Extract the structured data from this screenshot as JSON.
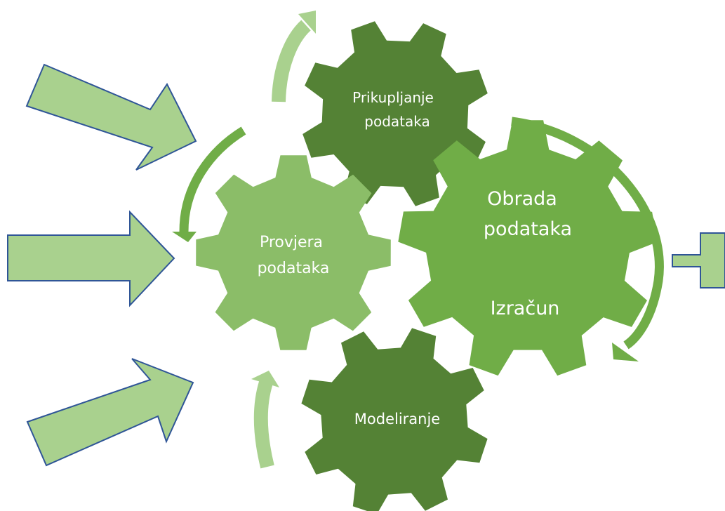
{
  "colors": {
    "arrow_fill": "#a9d18e",
    "arrow_stroke": "#2f5597",
    "gear_dark": "#548235",
    "gear_medium": "#70ad47",
    "gear_light": "#8bbd68",
    "curve_dark": "#70ad47",
    "curve_light": "#a9d18e",
    "text": "#ffffff"
  },
  "gears": {
    "prikupljanje": {
      "line1": "Prikupljanje",
      "line2": "podataka"
    },
    "provjera": {
      "line1": "Provjera",
      "line2": "podataka"
    },
    "obrada": {
      "line1": "Obrada",
      "line2": "podataka",
      "line3": "Izračun"
    },
    "modeliranje": {
      "line1": "Modeliranje"
    }
  }
}
